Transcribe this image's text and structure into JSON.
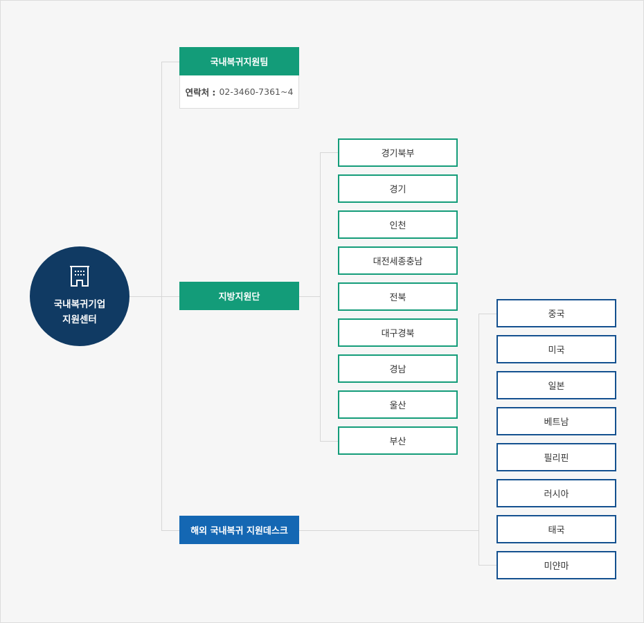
{
  "center": {
    "line1": "국내복귀기업",
    "line2": "지원센터",
    "icon": "building-icon"
  },
  "domestic_team": {
    "title": "국내복귀지원팀",
    "contact_label": "연락처 :",
    "contact_value": "02-3460-7361~4"
  },
  "regional": {
    "title": "지방지원단",
    "items": [
      "경기북부",
      "경기",
      "인천",
      "대전세종충남",
      "전북",
      "대구경북",
      "경남",
      "울산",
      "부산"
    ]
  },
  "overseas": {
    "title": "해외 국내복귀 지원데스크",
    "items": [
      "중국",
      "미국",
      "일본",
      "베트남",
      "필리핀",
      "러시아",
      "태국",
      "미얀마"
    ]
  },
  "colors": {
    "navy": "#103a63",
    "green": "#139c79",
    "blue": "#1467b3",
    "blue_border": "#13508f"
  }
}
